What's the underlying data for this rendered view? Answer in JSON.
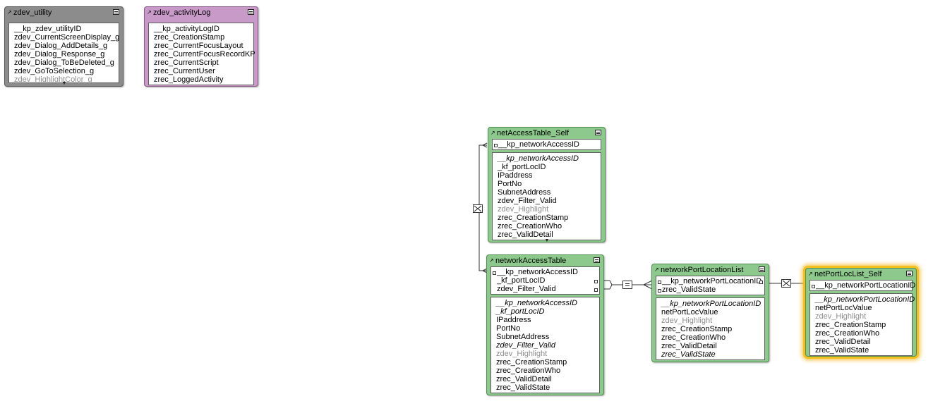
{
  "tables": {
    "zdev_utility": {
      "name": "zdev_utility",
      "fields": [
        "__kp_zdev_utilityID",
        "zdev_CurrentScreenDisplay_g",
        "zdev_Dialog_AddDetails_g",
        "zdev_Dialog_Response_g",
        "zdev_Dialog_ToBeDeleted_g",
        "zdev_GoToSelection_g",
        "zdev_HighlightColor_g"
      ]
    },
    "zdev_activityLog": {
      "name": "zdev_activityLog",
      "fields": [
        "__kp_activityLogID",
        "zrec_CreationStamp",
        "zrec_CurrentFocusLayout",
        "zrec_CurrentFocusRecordKP",
        "zrec_CurrentScript",
        "zrec_CurrentUser",
        "zrec_LoggedActivity"
      ]
    },
    "netAccessTable_Self": {
      "name": "netAccessTable_Self",
      "keys": [
        "__kp_networkAccessID"
      ],
      "fields": [
        "__kp_networkAccessID",
        "_kf_portLocID",
        "IPaddress",
        "PortNo",
        "SubnetAddress",
        "zdev_Filter_Valid",
        "zdev_Highlight",
        "zrec_CreationStamp",
        "zrec_CreationWho",
        "zrec_ValidDetail"
      ]
    },
    "networkAccessTable": {
      "name": "networkAccessTable",
      "keys": [
        "__kp_networkAccessID",
        "_kf_portLocID",
        "zdev_Filter_Valid"
      ],
      "fields": [
        "__kp_networkAccessID",
        "_kf_portLocID",
        "IPaddress",
        "PortNo",
        "SubnetAddress",
        "zdev_Filter_Valid",
        "zdev_Highlight",
        "zrec_CreationStamp",
        "zrec_CreationWho",
        "zrec_ValidDetail",
        "zrec_ValidState"
      ]
    },
    "networkPortLocationList": {
      "name": "networkPortLocationList",
      "keys": [
        "__kp_networkPortLocationID",
        "zrec_ValidState"
      ],
      "fields": [
        "__kp_networkPortLocationID",
        "netPortLocValue",
        "zdev_Highlight",
        "zrec_CreationStamp",
        "zrec_CreationWho",
        "zrec_ValidDetail",
        "zrec_ValidState"
      ]
    },
    "netPortLocList_Self": {
      "name": "netPortLocList_Self",
      "keys": [
        "__kp_networkPortLocationID"
      ],
      "fields": [
        "__kp_networkPortLocationID",
        "netPortLocValue",
        "zdev_Highlight",
        "zrec_CreationStamp",
        "zrec_CreationWho",
        "zrec_ValidDetail",
        "zrec_ValidState"
      ]
    }
  },
  "relationships": [
    {
      "from": "networkAccessTable",
      "to": "netAccessTable_Self",
      "operator": "cartesian-product-icon"
    },
    {
      "from": "networkAccessTable",
      "to": "networkPortLocationList",
      "operator": "equals-icon"
    },
    {
      "from": "networkPortLocationList",
      "to": "netPortLocList_Self",
      "operator": "cartesian-product-icon"
    }
  ],
  "colors": {
    "utility_gray": "#8c8c8c",
    "log_purple": "#c89ac8",
    "occurrence_green": "#8dc98d",
    "selection_gold": "#f4c020"
  }
}
